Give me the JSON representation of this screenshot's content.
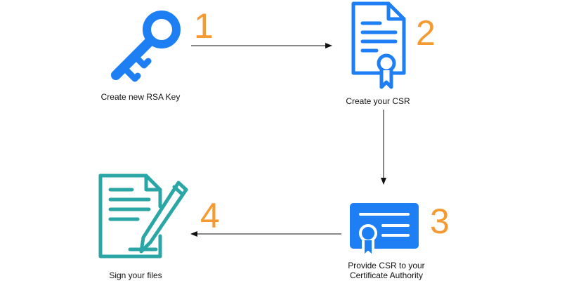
{
  "colors": {
    "blue": "#1e7ef3",
    "teal": "#2aa6a6",
    "orange": "#f59a32",
    "arrow": "#111111"
  },
  "steps": [
    {
      "number": "1",
      "label": "Create new RSA Key",
      "icon": "key-icon"
    },
    {
      "number": "2",
      "label": "Create your CSR",
      "icon": "certificate-document-icon"
    },
    {
      "number": "3",
      "label_line1": "Provide CSR to your",
      "label_line2": "Certificate Authority",
      "icon": "certificate-card-icon"
    },
    {
      "number": "4",
      "label": "Sign your files",
      "icon": "sign-document-icon"
    }
  ]
}
